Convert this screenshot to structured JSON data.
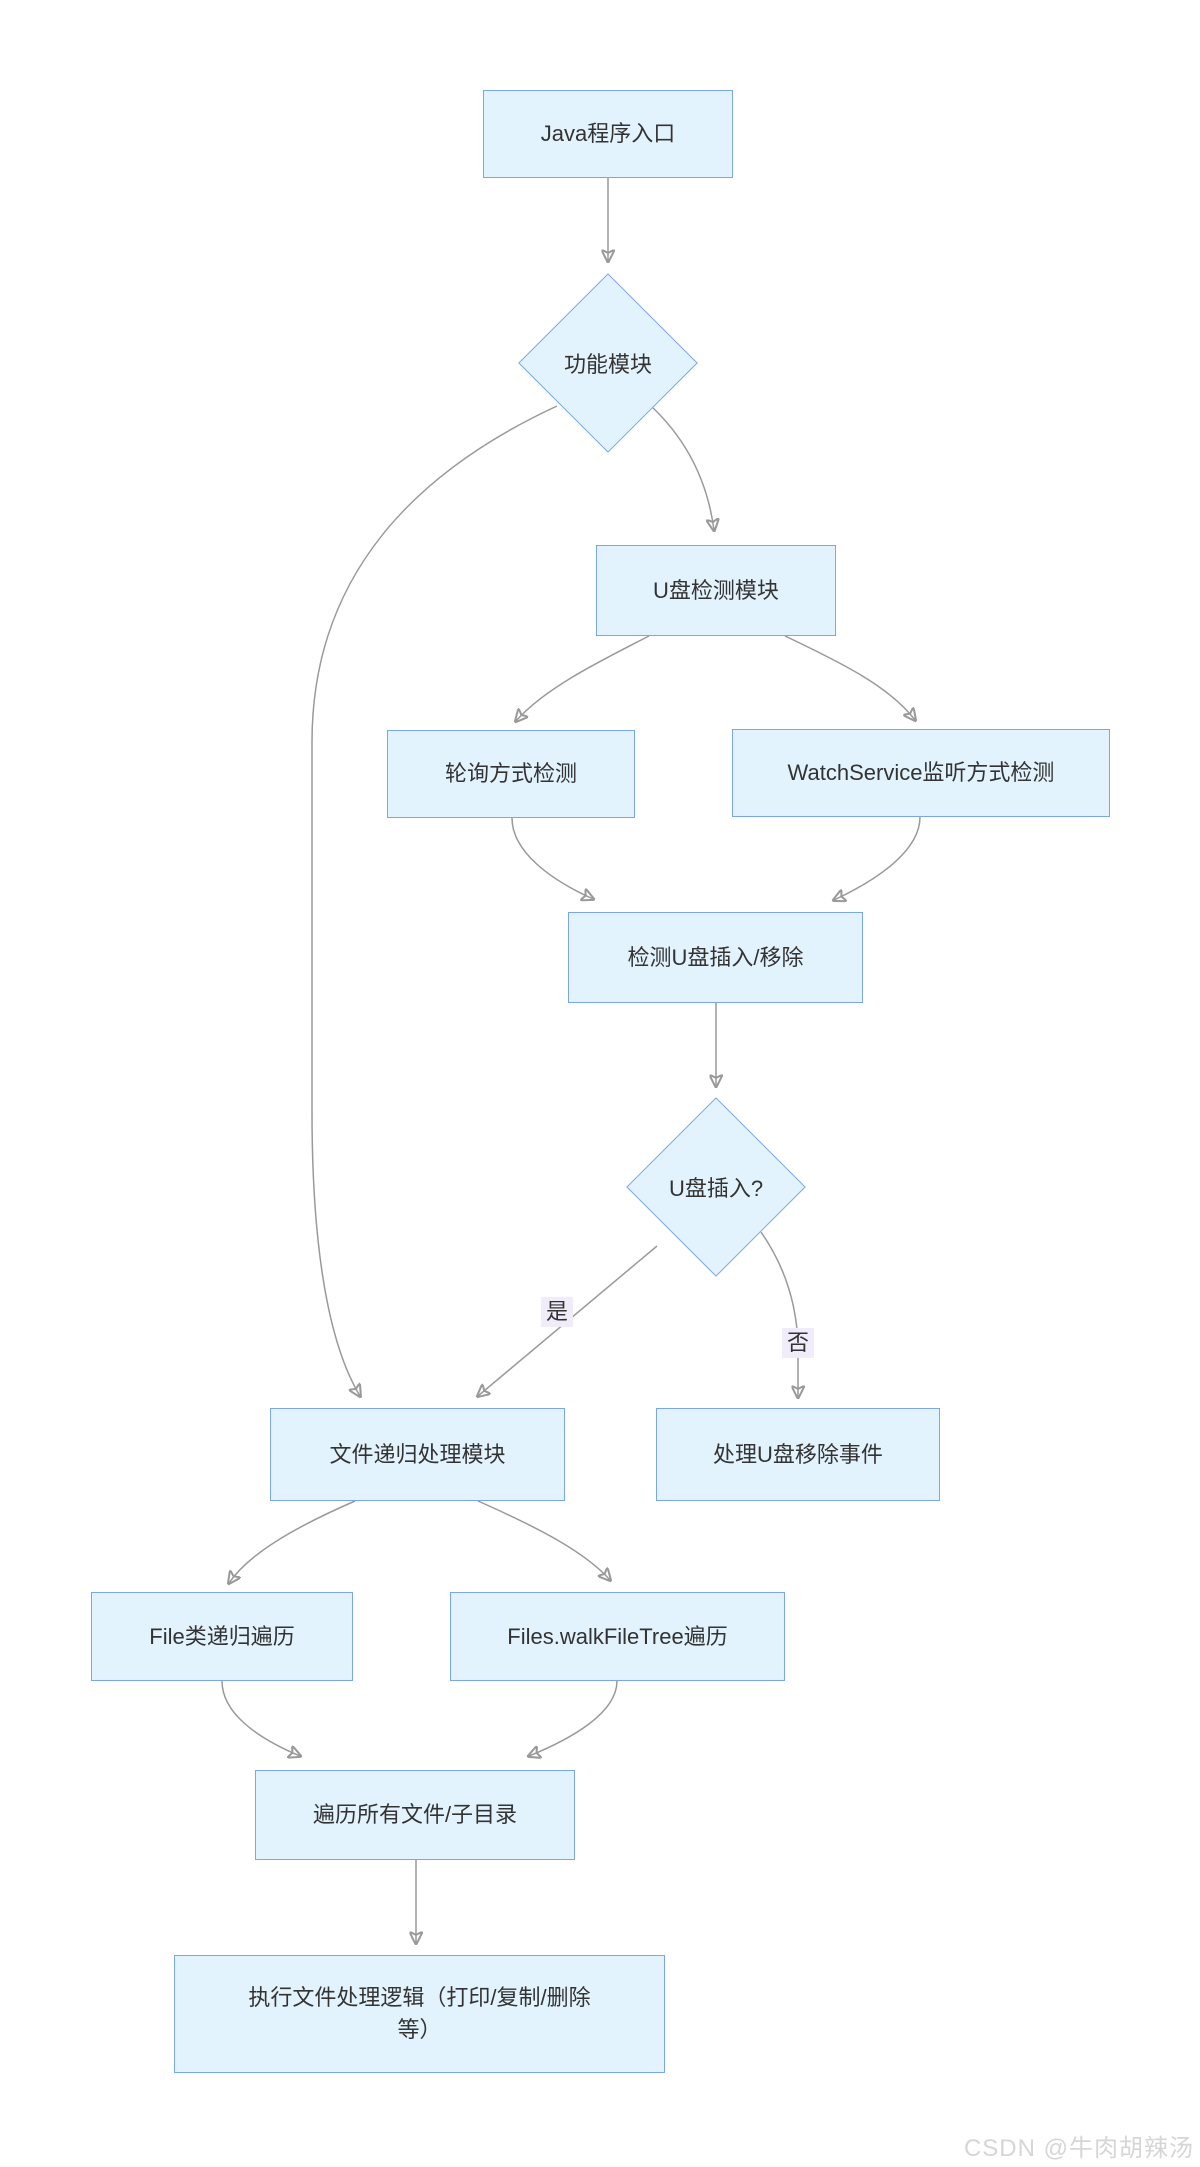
{
  "diagram": {
    "type": "flowchart",
    "nodes": {
      "entry": {
        "label": "Java程序入口",
        "shape": "rect"
      },
      "function_module": {
        "label": "功能模块",
        "shape": "diamond"
      },
      "usb_detect": {
        "label": "U盘检测模块",
        "shape": "rect"
      },
      "polling": {
        "label": "轮询方式检测",
        "shape": "rect"
      },
      "watchservice": {
        "label": "WatchService监听方式检测",
        "shape": "rect"
      },
      "detect_event": {
        "label": "检测U盘插入/移除",
        "shape": "rect"
      },
      "usb_inserted": {
        "label": "U盘插入?",
        "shape": "diamond"
      },
      "file_recursive": {
        "label": "文件递归处理模块",
        "shape": "rect"
      },
      "handle_remove": {
        "label": "处理U盘移除事件",
        "shape": "rect"
      },
      "file_class": {
        "label": "File类递归遍历",
        "shape": "rect"
      },
      "walkfiletree": {
        "label": "Files.walkFileTree遍历",
        "shape": "rect"
      },
      "traverse_all": {
        "label": "遍历所有文件/子目录",
        "shape": "rect"
      },
      "execute_logic": {
        "label": "执行文件处理逻辑（打印/复制/删除等）",
        "shape": "rect"
      }
    },
    "edge_labels": {
      "yes": "是",
      "no": "否"
    },
    "edges": [
      {
        "from": "entry",
        "to": "function_module"
      },
      {
        "from": "function_module",
        "to": "usb_detect"
      },
      {
        "from": "function_module",
        "to": "file_recursive"
      },
      {
        "from": "usb_detect",
        "to": "polling"
      },
      {
        "from": "usb_detect",
        "to": "watchservice"
      },
      {
        "from": "polling",
        "to": "detect_event"
      },
      {
        "from": "watchservice",
        "to": "detect_event"
      },
      {
        "from": "detect_event",
        "to": "usb_inserted"
      },
      {
        "from": "usb_inserted",
        "to": "file_recursive",
        "label": "是"
      },
      {
        "from": "usb_inserted",
        "to": "handle_remove",
        "label": "否"
      },
      {
        "from": "file_recursive",
        "to": "file_class"
      },
      {
        "from": "file_recursive",
        "to": "walkfiletree"
      },
      {
        "from": "file_class",
        "to": "traverse_all"
      },
      {
        "from": "walkfiletree",
        "to": "traverse_all"
      },
      {
        "from": "traverse_all",
        "to": "execute_logic"
      }
    ],
    "colors": {
      "node_fill": "#e3f3fd",
      "node_border": "#7aa6ec",
      "edge_stroke": "#999999",
      "arrowhead": "#8c8c8c",
      "text": "#333333",
      "edge_label_bg": "#f0ecf9",
      "watermark": "#d6d6d6",
      "background": "#ffffff"
    },
    "watermark": "CSDN @牛肉胡辣汤"
  }
}
